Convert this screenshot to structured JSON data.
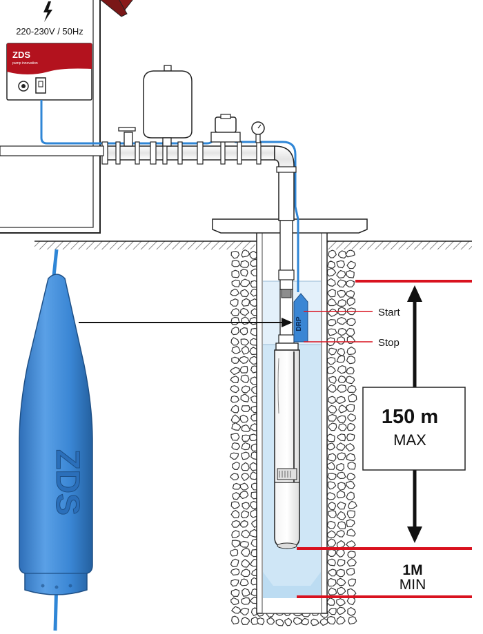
{
  "control_box": {
    "voltage_label": "220-230V / 50Hz",
    "brand": "ZDS",
    "brand_tagline": "pump innovation"
  },
  "sensor": {
    "brand_text": "ZDS",
    "probe_label": "DRP"
  },
  "levels": {
    "start_label": "Start",
    "stop_label": "Stop"
  },
  "depth": {
    "max_value": "150 m",
    "max_label": "MAX",
    "min_value": "1M",
    "min_label": "MIN"
  },
  "colors": {
    "accent_red": "#d9121f",
    "cable_blue": "#2f86d6",
    "sensor_blue": "#3a86d4",
    "water_blue": "#cfe6f6"
  }
}
